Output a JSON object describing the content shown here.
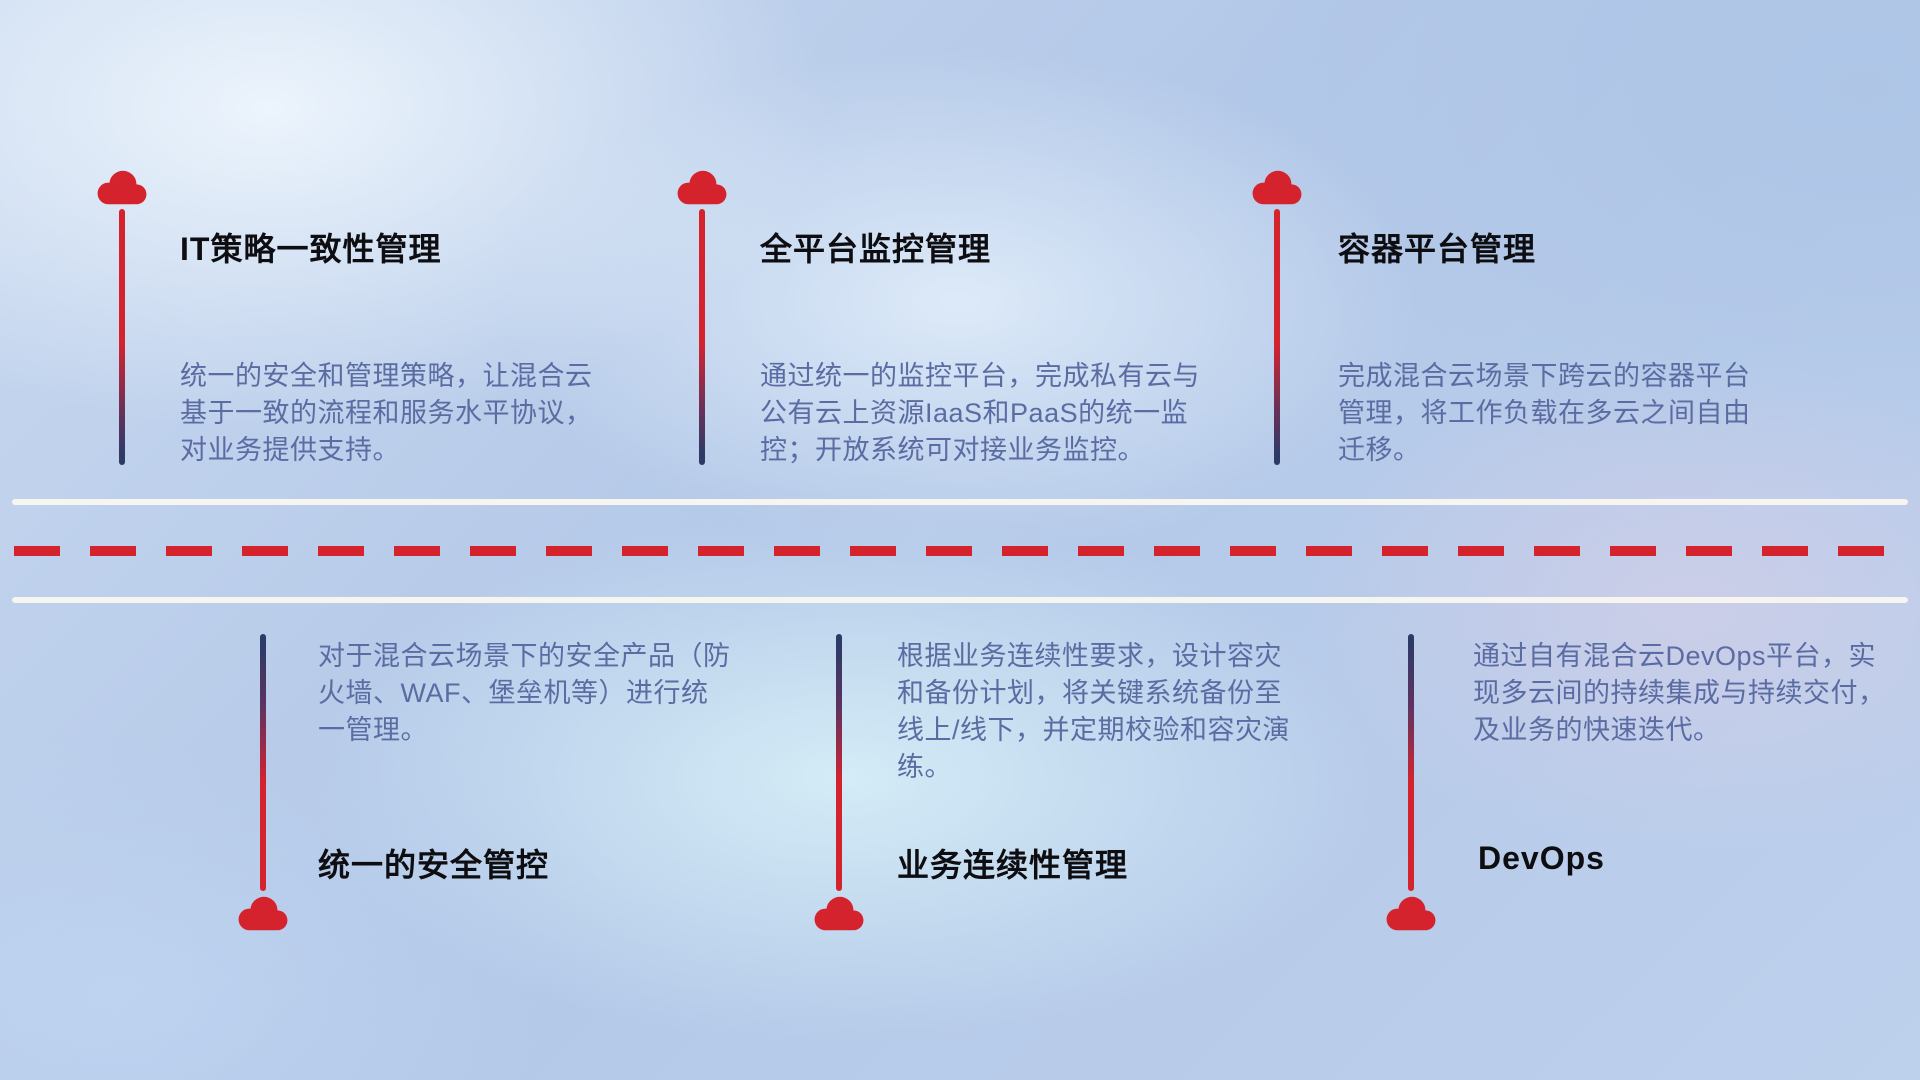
{
  "colors": {
    "red": "#d5232e",
    "navy": "#2e3a66",
    "description_text": "#5b6ca3",
    "title_text": "#0e0e12",
    "road_line_white": "#f7f5ef"
  },
  "icons": {
    "marker": "cloud-icon"
  },
  "top_items": [
    {
      "title": "IT策略一致性管理",
      "desc": "统一的安全和管理策略，让混合云基于一致的流程和服务水平协议，对业务提供支持。"
    },
    {
      "title": "全平台监控管理",
      "desc": "通过统一的监控平台，完成私有云与公有云上资源IaaS和PaaS的统一监控；开放系统可对接业务监控。"
    },
    {
      "title": "容器平台管理",
      "desc": "完成混合云场景下跨云的容器平台管理，将工作负载在多云之间自由迁移。"
    }
  ],
  "bottom_items": [
    {
      "title": "统一的安全管控",
      "desc": "对于混合云场景下的安全产品（防火墙、WAF、堡垒机等）进行统一管理。"
    },
    {
      "title": "业务连续性管理",
      "desc": "根据业务连续性要求，设计容灾和备份计划，将关键系统备份至线上/线下，并定期校验和容灾演练。"
    },
    {
      "title": "DevOps",
      "desc": "通过自有混合云DevOps平台，实现多云间的持续集成与持续交付，及业务的快速迭代。"
    }
  ]
}
